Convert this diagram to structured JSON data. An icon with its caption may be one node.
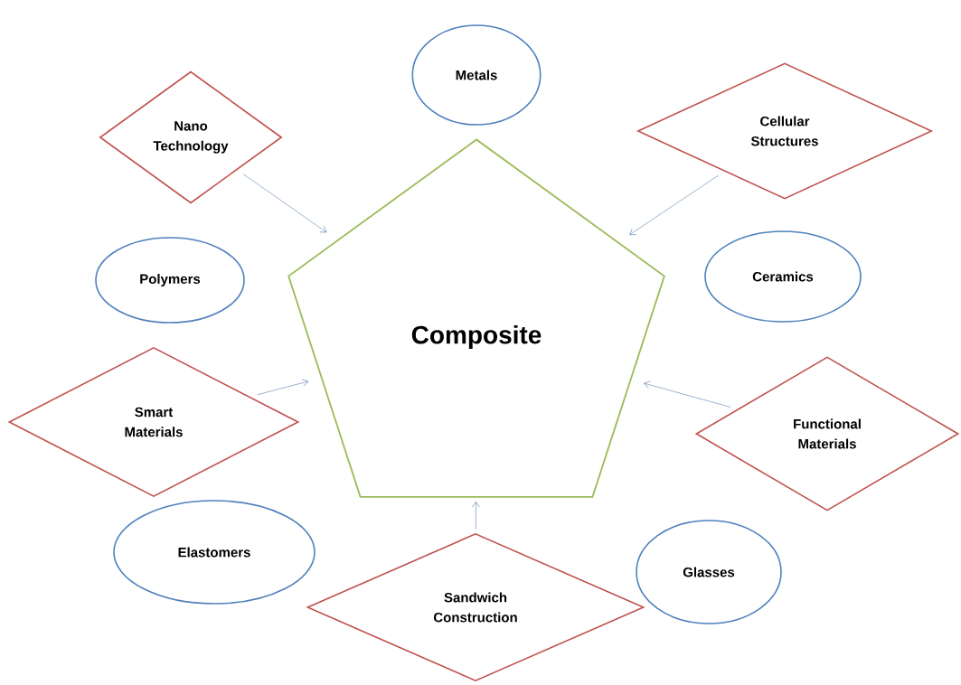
{
  "diagram": {
    "nodes": [
      {
        "text": [
          "Metals"
        ]
      },
      {
        "text": [
          "Nano Technology"
        ]
      },
      {
        "text": [
          "Cellular Structures"
        ]
      },
      {
        "text": [
          "Polymers"
        ]
      },
      {
        "text": [
          "Composite"
        ]
      },
      {
        "text": [
          "Ceramics"
        ]
      },
      {
        "text": [
          "Smart Materials"
        ]
      },
      {
        "text": [
          "Functional Materials"
        ]
      },
      {
        "text": [
          "Elastomers"
        ]
      },
      {
        "text": [
          "Glasses"
        ]
      },
      {
        "text": [
          "Sandwich Construction"
        ]
      }
    ],
    "edges": [
      {
        "from": 1,
        "to": 4,
        "arrow": "to"
      },
      {
        "from": 2,
        "to": 4,
        "arrow": "to"
      },
      {
        "from": 6,
        "to": 4,
        "arrow": "to"
      },
      {
        "from": 7,
        "to": 4,
        "arrow": "to"
      },
      {
        "from": 10,
        "to": 4,
        "arrow": "to"
      }
    ]
  }
}
